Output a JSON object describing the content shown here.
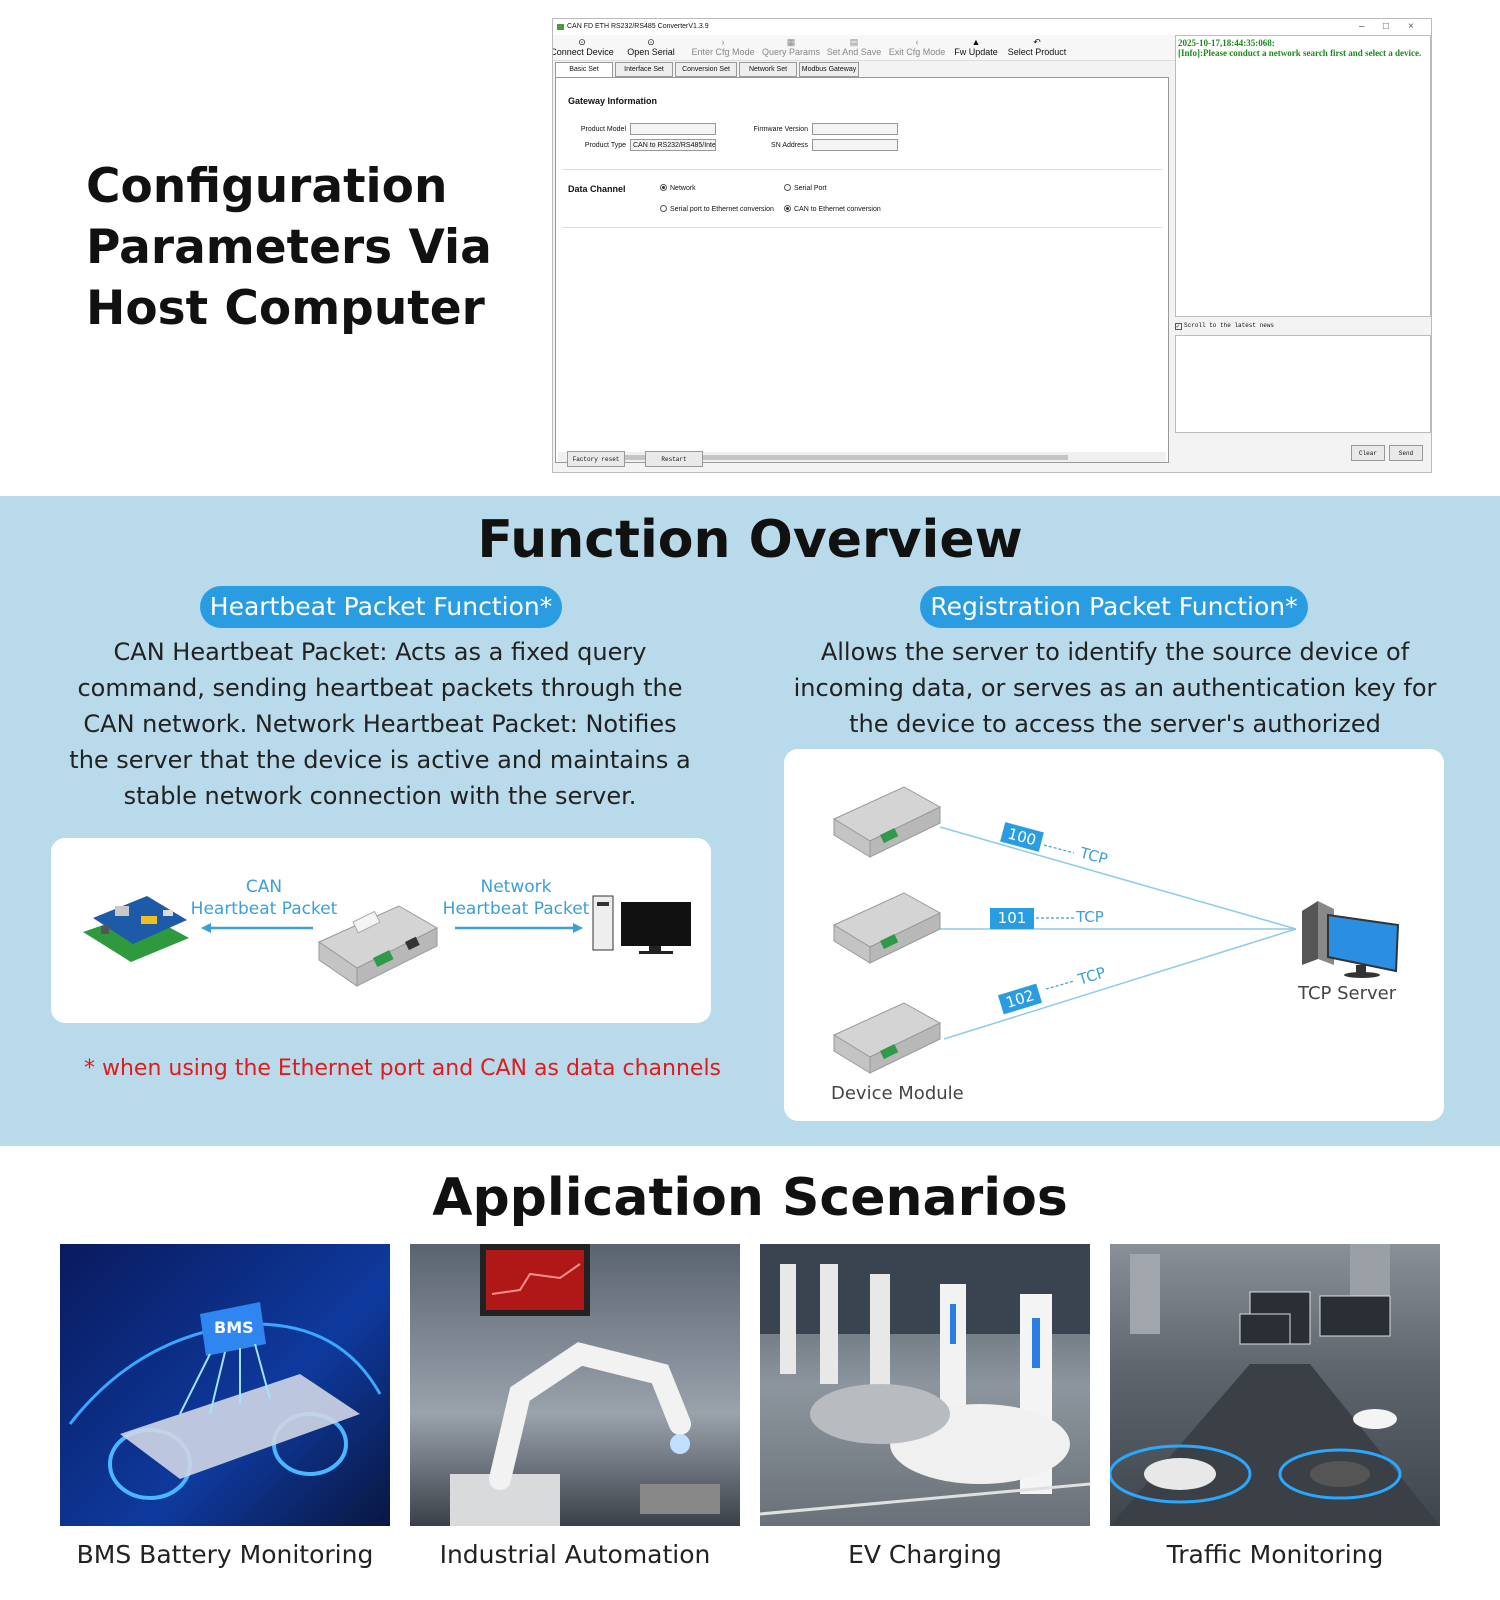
{
  "headline": "Configuration\nParameters Via\nHost Computer",
  "window": {
    "title": "CAN FD ETH RS232/RS485 ConverterV1.3.9",
    "toolbar": [
      {
        "label": "Connect Device",
        "icon": "pin-icon"
      },
      {
        "label": "Open Serial",
        "icon": "pin-icon"
      },
      {
        "label": "Enter Cfg Mode",
        "icon": "chevron-right-icon"
      },
      {
        "label": "Query Params",
        "icon": "query-icon"
      },
      {
        "label": "Set And Save",
        "icon": "save-icon"
      },
      {
        "label": "Exit Cfg Mode",
        "icon": "chevron-left-icon"
      },
      {
        "label": "Fw Update",
        "icon": "rocket-icon"
      },
      {
        "label": "Select Product",
        "icon": "undo-icon"
      }
    ],
    "tabs": [
      "Basic Set",
      "Interface Set",
      "Conversion Set",
      "Network Set",
      "Modbus Gateway"
    ],
    "gateway": {
      "title": "Gateway Information",
      "product_model_label": "Product Model",
      "product_model_value": "",
      "product_type_label": "Product Type",
      "product_type_value": "CAN to RS232/RS485/Inte",
      "firmware_label": "Firmware Version",
      "firmware_value": "",
      "sn_label": "SN Address",
      "sn_value": ""
    },
    "data_channel": {
      "title": "Data Channel",
      "options": [
        "Network",
        "Serial Port",
        "Serial port to Ethernet conversion",
        "CAN to Ethernet conversion"
      ]
    },
    "buttons": {
      "factory_reset": "Factory reset",
      "restart": "Restart",
      "clear": "Clear",
      "send": "Send"
    },
    "log": {
      "time": "2025-10-17,18:44:35:068:",
      "message": "[Info]:Please conduct a network search first and select a device."
    },
    "scroll_latest": "Scroll to the latest news"
  },
  "function_overview": {
    "title": "Function Overview",
    "heartbeat": {
      "pill": "Heartbeat Packet Function*",
      "text": "CAN Heartbeat Packet: Acts as a fixed query command, sending heartbeat packets through the CAN network. Network Heartbeat Packet: Notifies the server that the device is active and maintains a stable network connection with the server.",
      "can_label_1": "CAN",
      "can_label_2": "Heartbeat Packet",
      "net_label_1": "Network",
      "net_label_2": "Heartbeat Packet",
      "note": "* when using the Ethernet port and CAN as data channels"
    },
    "registration": {
      "pill": "Registration Packet Function*",
      "text": "Allows the server to identify the source device of incoming data, or serves as an authentication key for the device to access the server's authorized functions.",
      "ids": [
        "100",
        "101",
        "102"
      ],
      "protocol": "TCP",
      "server_label": "TCP Server",
      "device_label": "Device Module"
    }
  },
  "applications": {
    "title": "Application Scenarios",
    "items": [
      "BMS Battery Monitoring",
      "Industrial Automation",
      "EV Charging",
      "Traffic Monitoring"
    ],
    "bms_badge": "BMS"
  },
  "colors": {
    "accent": "#2a9de2",
    "band": "#b8daea",
    "note": "#e01b1b",
    "log": "#1a8a1a"
  }
}
